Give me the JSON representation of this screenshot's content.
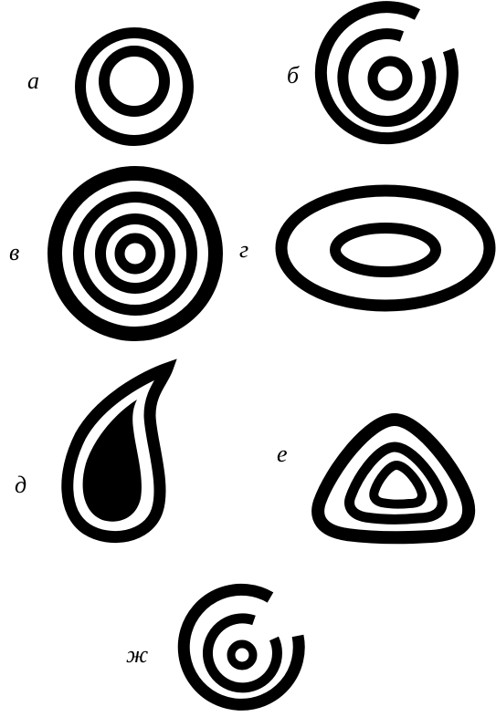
{
  "labels": {
    "a": "а",
    "b": "б",
    "v": "в",
    "g": "г",
    "d": "д",
    "e": "е",
    "zh": "ж"
  },
  "figures": {
    "a": "concentric-rings",
    "b": "spiral",
    "v": "concentric-rings",
    "g": "concentric-ellipses",
    "d": "teardrop-loop",
    "e": "concentric-triangles",
    "zh": "spiral"
  },
  "colors": {
    "ink": "#000000",
    "paper": "#ffffff"
  }
}
